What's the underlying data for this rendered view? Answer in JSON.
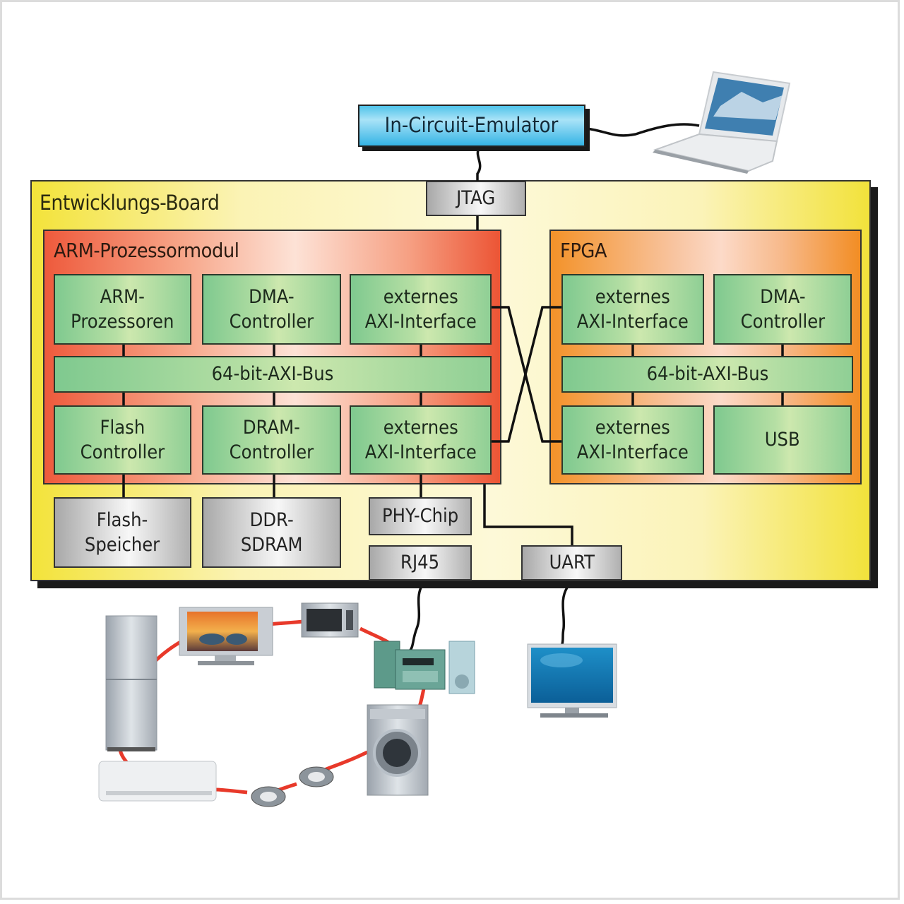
{
  "emulator": {
    "label": "In-Circuit-Emulator",
    "color": "#35b4e5"
  },
  "board": {
    "title": "Entwicklungs-Board",
    "color": "#f3e33a"
  },
  "jtag": {
    "label": "JTAG"
  },
  "arm_module": {
    "title": "ARM-Prozessormodul",
    "color": "#ee5a3c",
    "top_row": [
      {
        "label": "ARM-\nProzessoren"
      },
      {
        "label": "DMA-\nController"
      },
      {
        "label": "externes\nAXI-Interface"
      }
    ],
    "bus": {
      "label": "64-bit-AXI-Bus"
    },
    "bottom_row": [
      {
        "label": "Flash\nController"
      },
      {
        "label": "DRAM-\nController"
      },
      {
        "label": "externes\nAXI-Interface"
      }
    ]
  },
  "fpga": {
    "title": "FPGA",
    "color": "#f39229",
    "top_row": [
      {
        "label": "externes\nAXI-Interface"
      },
      {
        "label": "DMA-\nController"
      }
    ],
    "bus": {
      "label": "64-bit-AXI-Bus"
    },
    "bottom_row": [
      {
        "label": "externes\nAXI-Interface"
      },
      {
        "label": "USB"
      }
    ]
  },
  "peripherals": {
    "flash": {
      "label": "Flash-\nSpeicher"
    },
    "ddr": {
      "label": "DDR-\nSDRAM"
    },
    "phy": {
      "label": "PHY-Chip"
    },
    "rj45": {
      "label": "RJ45"
    },
    "uart": {
      "label": "UART"
    }
  },
  "illustrations": {
    "laptop": "laptop-icon",
    "monitor": "monitor-icon",
    "appliances": [
      "refrigerator-icon",
      "tv-icon",
      "microwave-icon",
      "stereo-icon",
      "washing-machine-icon",
      "lamp-icon",
      "lamp-icon",
      "air-conditioner-icon"
    ],
    "network_color": "#e8392a"
  }
}
